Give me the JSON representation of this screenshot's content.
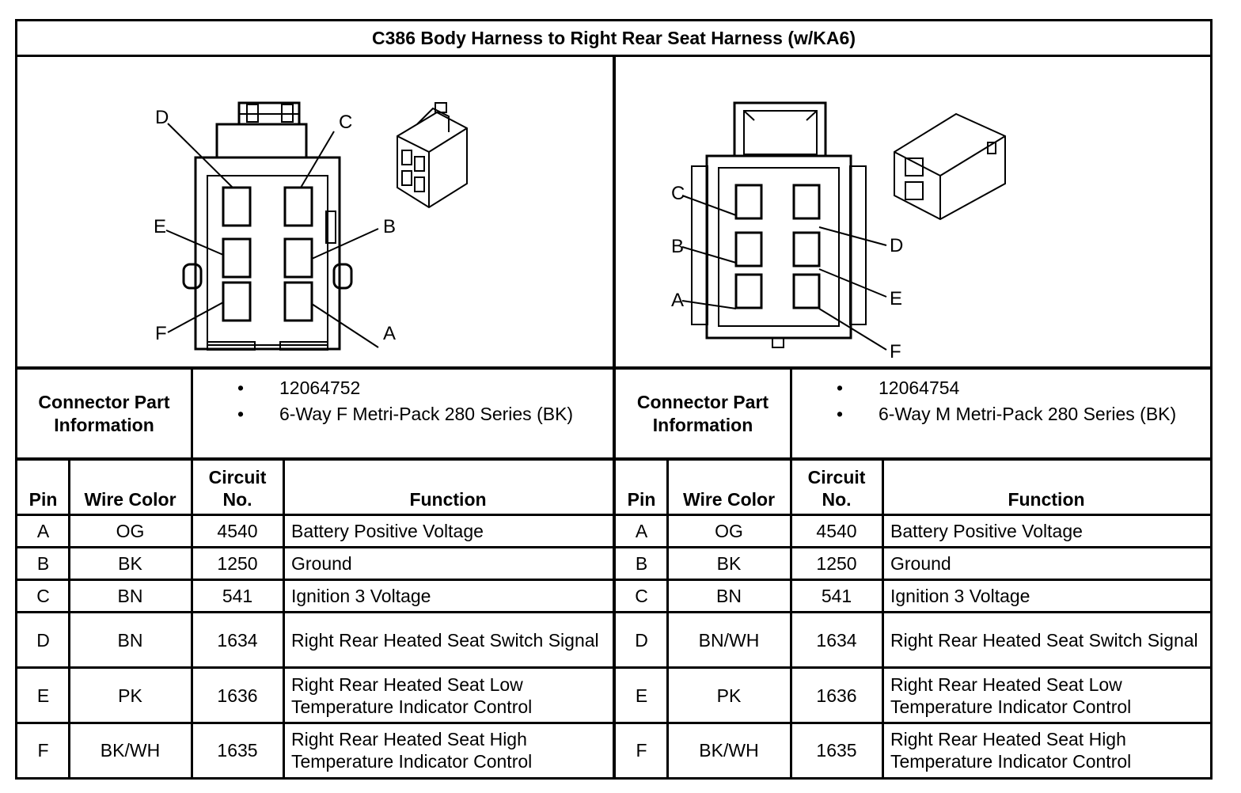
{
  "title": "C386 Body Harness to Right Rear Seat Harness (w/KA6)",
  "left": {
    "connector_info_label": "Connector Part Information",
    "part_info": [
      "12064752",
      "6-Way F Metri-Pack 280 Series (BK)"
    ],
    "pin_labels": [
      "D",
      "C",
      "E",
      "B",
      "F",
      "A"
    ],
    "headers": {
      "pin": "Pin",
      "wire_color": "Wire Color",
      "circuit": "Circuit No.",
      "function": "Function"
    },
    "rows": [
      {
        "pin": "A",
        "color": "OG",
        "circuit": "4540",
        "function": "Battery Positive Voltage"
      },
      {
        "pin": "B",
        "color": "BK",
        "circuit": "1250",
        "function": "Ground"
      },
      {
        "pin": "C",
        "color": "BN",
        "circuit": "541",
        "function": "Ignition 3 Voltage"
      },
      {
        "pin": "D",
        "color": "BN",
        "circuit": "1634",
        "function": "Right Rear Heated Seat Switch Signal"
      },
      {
        "pin": "E",
        "color": "PK",
        "circuit": "1636",
        "function": "Right Rear Heated Seat Low Temperature Indicator Control"
      },
      {
        "pin": "F",
        "color": "BK/WH",
        "circuit": "1635",
        "function": "Right Rear Heated Seat High Temperature Indicator Control"
      }
    ]
  },
  "right": {
    "connector_info_label": "Connector Part Information",
    "part_info": [
      "12064754",
      "6-Way M Metri-Pack 280 Series (BK)"
    ],
    "pin_labels": [
      "C",
      "B",
      "A",
      "D",
      "E",
      "F"
    ],
    "headers": {
      "pin": "Pin",
      "wire_color": "Wire Color",
      "circuit": "Circuit No.",
      "function": "Function"
    },
    "rows": [
      {
        "pin": "A",
        "color": "OG",
        "circuit": "4540",
        "function": "Battery Positive Voltage"
      },
      {
        "pin": "B",
        "color": "BK",
        "circuit": "1250",
        "function": "Ground"
      },
      {
        "pin": "C",
        "color": "BN",
        "circuit": "541",
        "function": "Ignition 3 Voltage"
      },
      {
        "pin": "D",
        "color": "BN/WH",
        "circuit": "1634",
        "function": "Right Rear Heated Seat Switch Signal"
      },
      {
        "pin": "E",
        "color": "PK",
        "circuit": "1636",
        "function": "Right Rear Heated Seat Low Temperature Indicator Control"
      },
      {
        "pin": "F",
        "color": "BK/WH",
        "circuit": "1635",
        "function": "Right Rear Heated Seat High Temperature Indicator Control"
      }
    ]
  }
}
